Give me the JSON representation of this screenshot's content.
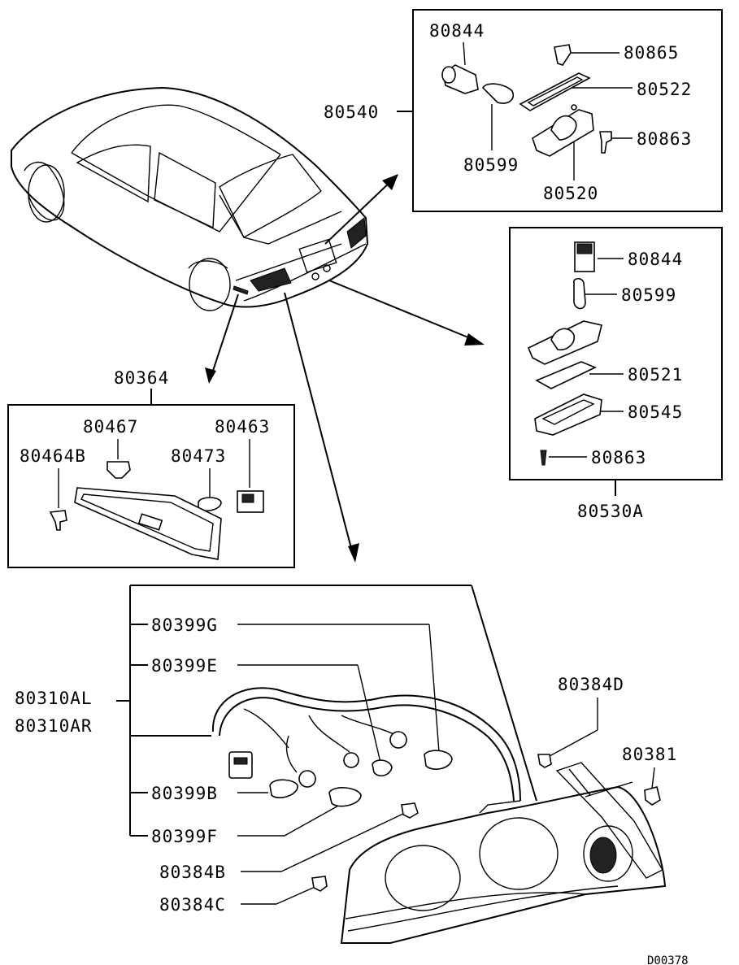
{
  "parts": {
    "p80844_top": "80844",
    "p80865": "80865",
    "p80522": "80522",
    "p80540": "80540",
    "p80863_top": "80863",
    "p80599_top": "80599",
    "p80520": "80520",
    "p80844_mid": "80844",
    "p80599_mid": "80599",
    "p80521": "80521",
    "p80545": "80545",
    "p80863_mid": "80863",
    "p80530A": "80530A",
    "p80364": "80364",
    "p80467": "80467",
    "p80463": "80463",
    "p80464B": "80464B",
    "p80473": "80473",
    "p80399G": "80399G",
    "p80399E": "80399E",
    "p80310AL": "80310AL",
    "p80310AR": "80310AR",
    "p80384D": "80384D",
    "p80381": "80381",
    "p80399B": "80399B",
    "p80399F": "80399F",
    "p80384B": "80384B",
    "p80384C": "80384C"
  },
  "diagram_code": "D00378"
}
